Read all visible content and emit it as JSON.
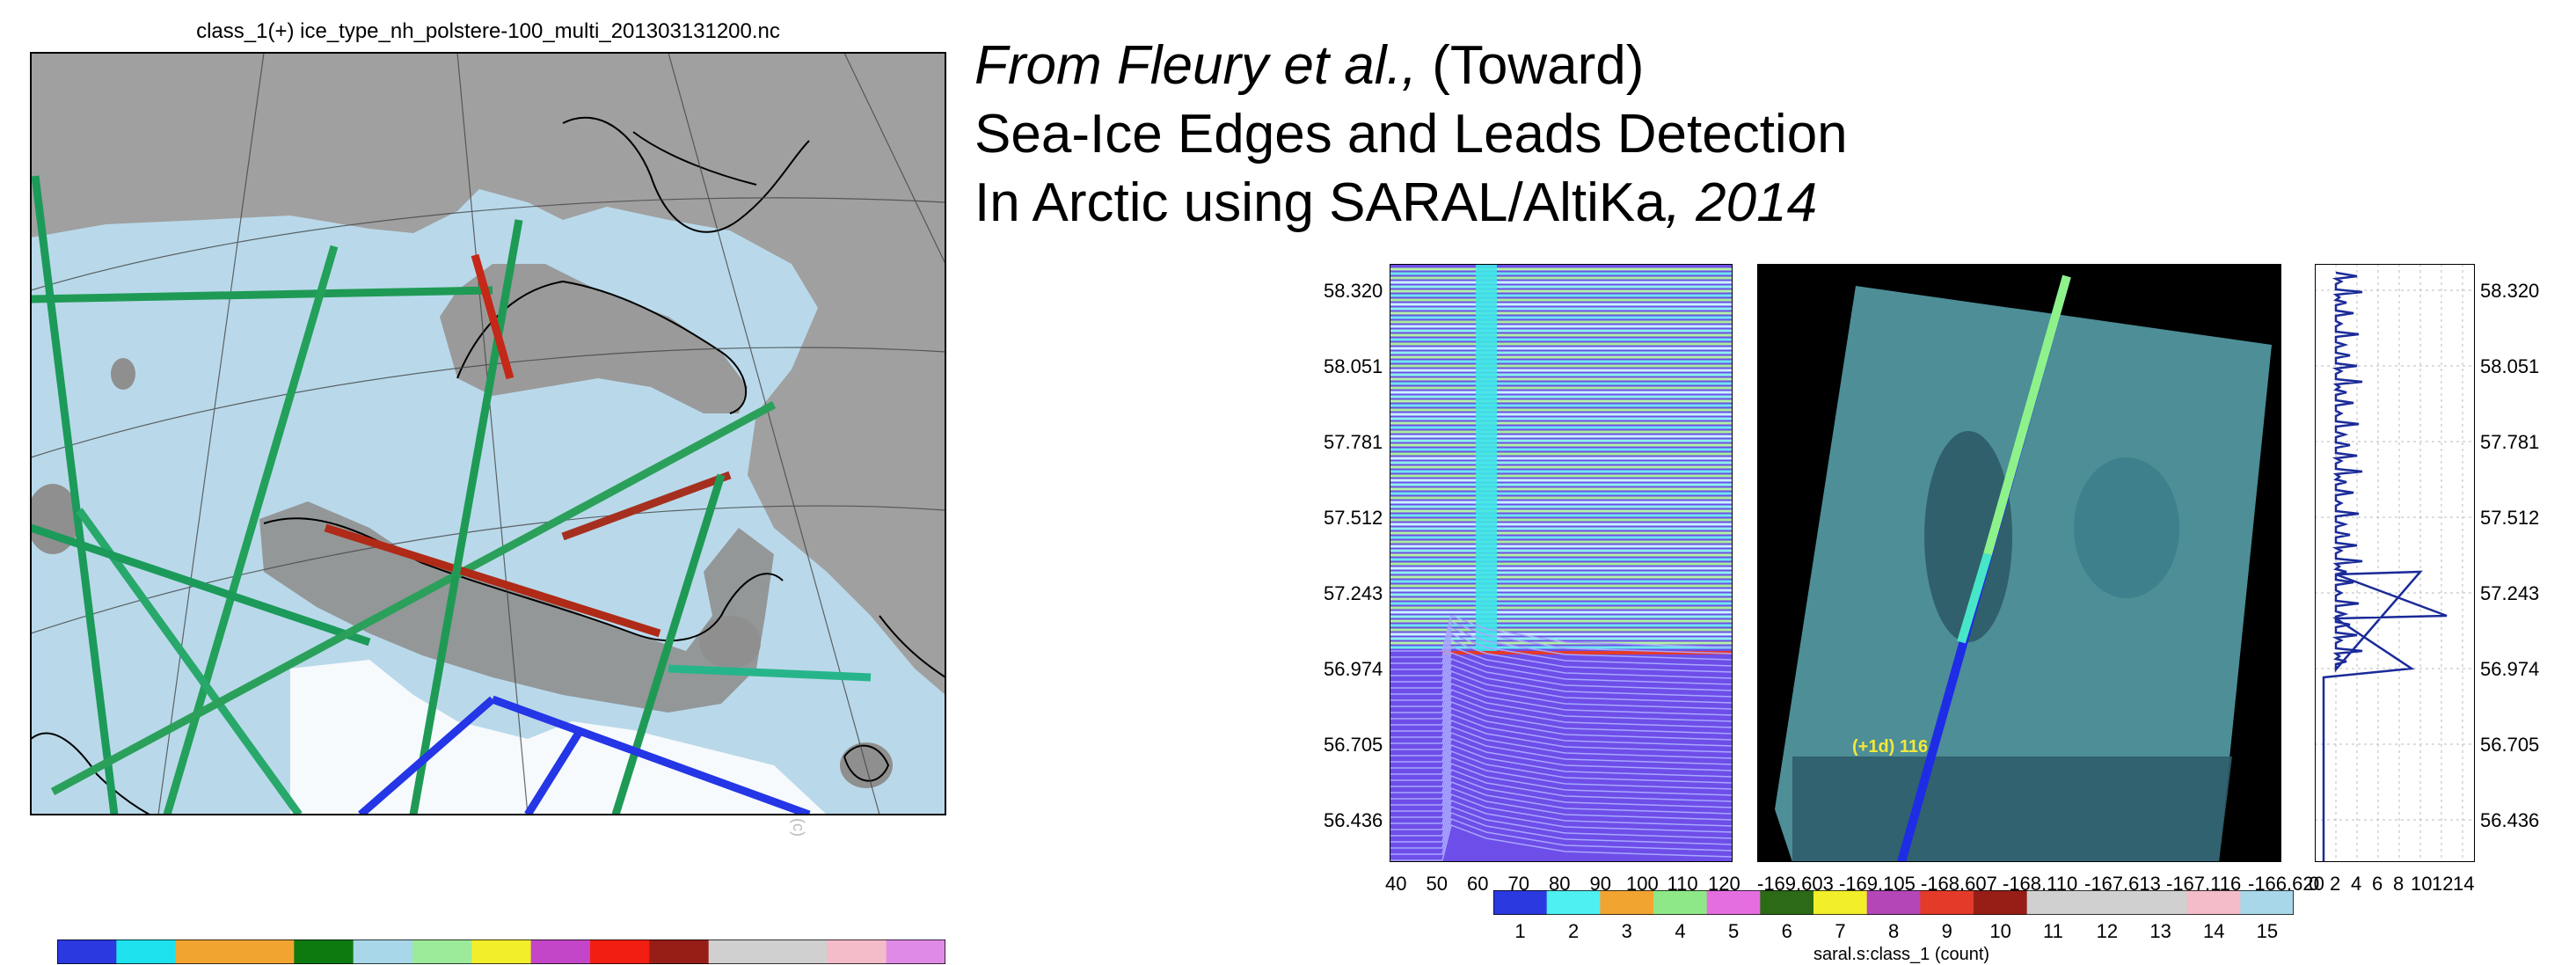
{
  "map": {
    "title": "class_1(+) ice_type_nh_polstere-100_multi_201303131200.nc",
    "watermark": "(c)"
  },
  "heading": {
    "line1_italic": "From Fleury et al.,",
    "line1_rest": " (Toward)",
    "line2": "Sea-Ice Edges and Leads Detection",
    "line3_prefix": "In Arctic using SARAL/AltiKa",
    "line3_italic": ", 2014"
  },
  "panels": {
    "lat_ticks": [
      "58.320",
      "58.051",
      "57.781",
      "57.512",
      "57.243",
      "56.974",
      "56.705",
      "56.436"
    ],
    "waveform_x_ticks": [
      "40",
      "50",
      "60",
      "70",
      "80",
      "90",
      "100",
      "110",
      "120"
    ],
    "image_x_ticks": [
      "-169.603",
      "-169.105",
      "-168.607",
      "-168.110",
      "-167.613",
      "-167.116",
      "-166.620"
    ],
    "count_x_ticks": [
      "0",
      "2",
      "4",
      "6",
      "8",
      "10",
      "12",
      "14"
    ],
    "track_label": "(+1d) 116"
  },
  "colorbar": {
    "labels": [
      "1",
      "2",
      "3",
      "4",
      "5",
      "6",
      "7",
      "8",
      "9",
      "10",
      "11",
      "12",
      "13",
      "14",
      "15"
    ],
    "title": "saral.s:class_1 (count)",
    "colors": [
      "#2b39e0",
      "#4ef0f2",
      "#f2a431",
      "#8ee887",
      "#e46ee0",
      "#2c6a16",
      "#f2ee2a",
      "#b446b8",
      "#e43a2a",
      "#961e17",
      "#d0d0d0",
      "#d0d0d0",
      "#d0d0d0",
      "#f4bcc8",
      "#a7d7e8"
    ]
  },
  "colorbar_left": {
    "colors": [
      "#2b39e0",
      "#1de2ee",
      "#f2a431",
      "#f2a431",
      "#0d7a10",
      "#a7d7e8",
      "#9ceb9b",
      "#f2ee2a",
      "#c446c8",
      "#f21e12",
      "#961e17",
      "#d0d0d0",
      "#d0d0d0",
      "#f4bcc8",
      "#e08ae8"
    ]
  }
}
